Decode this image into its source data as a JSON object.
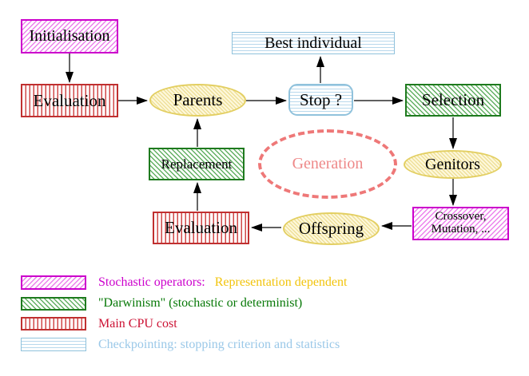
{
  "title": "Evolutionary algorithm generation loop diagram",
  "nodes": {
    "initialisation": "Initialisation",
    "evaluation_top": "Evaluation",
    "parents": "Parents",
    "best_individual": "Best individual",
    "stop": "Stop ?",
    "selection": "Selection",
    "replacement": "Replacement",
    "generation": "Generation",
    "genitors": "Genitors",
    "crossover_line1": "Crossover,",
    "crossover_line2": "Mutation, ...",
    "evaluation_bottom": "Evaluation",
    "offspring": "Offspring"
  },
  "legend": {
    "items": [
      {
        "swatch": "magenta-diagonal-hatch",
        "text1": "Stochastic operators:",
        "text2": "Representation dependent"
      },
      {
        "swatch": "green-diagonal-hatch",
        "text1": "\"Darwinism\" (stochastic or determinist)",
        "text2": ""
      },
      {
        "swatch": "red-vertical-stripes",
        "text1": "Main CPU cost",
        "text2": ""
      },
      {
        "swatch": "cyan-horizontal-stripes",
        "text1": "Checkpointing: stopping criterion and statistics",
        "text2": ""
      }
    ]
  },
  "colors": {
    "magenta_border": "#cc00cc",
    "green_border": "#1e7a1e",
    "red_border": "#c03030",
    "cyan_border": "#90c2dc",
    "yellow_border": "#e3cf62",
    "salmon_dashed": "#ee7878",
    "legend_yellow_text": "#f2c40c",
    "legend_green_text": "#067806",
    "legend_red_text": "#cc1133",
    "legend_cyan_text": "#9ac8e8",
    "arrow": "#000000"
  }
}
